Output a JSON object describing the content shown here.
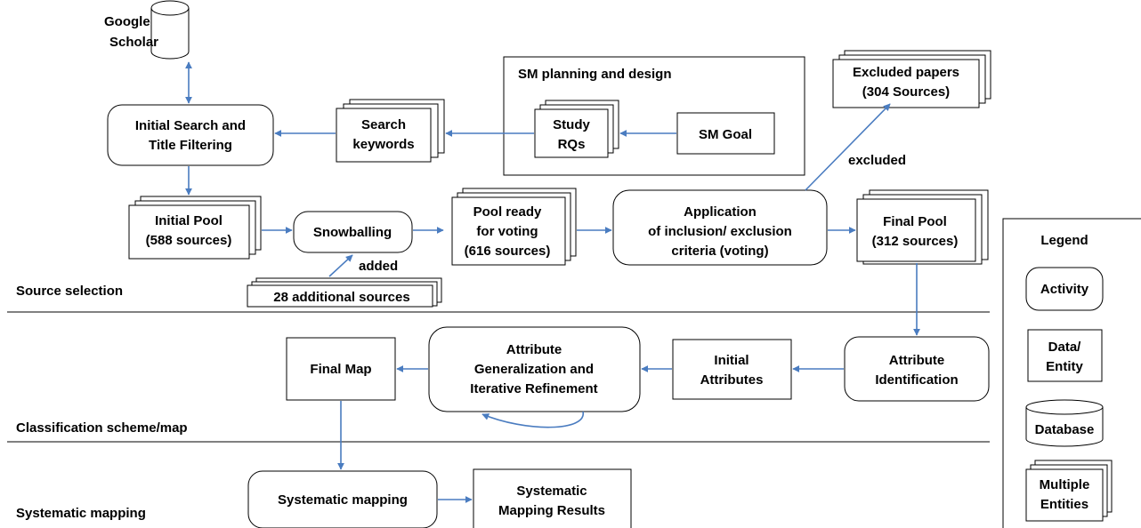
{
  "sections": {
    "source_selection": "Source selection",
    "classification": "Classification scheme/map",
    "systematic_mapping": "Systematic mapping"
  },
  "database": {
    "line1": "Google",
    "line2": "Scholar"
  },
  "planning": {
    "title": "SM planning and design",
    "study_rqs": {
      "line1": "Study",
      "line2": "RQs"
    },
    "sm_goal": "SM Goal"
  },
  "search_keywords": {
    "line1": "Search",
    "line2": "keywords"
  },
  "initial_search": {
    "line1": "Initial Search and",
    "line2": "Title Filtering"
  },
  "initial_pool": {
    "line1": "Initial Pool",
    "line2": "(588 sources)"
  },
  "snowballing": "Snowballing",
  "additional_sources": "28 additional sources",
  "added_label": "added",
  "pool_ready": {
    "line1": "Pool ready",
    "line2": "for voting",
    "line3": "(616 sources)"
  },
  "application": {
    "line1": "Application",
    "line2": "of inclusion/ exclusion",
    "line3": "criteria (voting)"
  },
  "excluded_label": "excluded",
  "excluded_papers": {
    "line1": "Excluded papers",
    "line2": "(304 Sources)"
  },
  "final_pool": {
    "line1": "Final Pool",
    "line2": "(312 sources)"
  },
  "attribute_identification": {
    "line1": "Attribute",
    "line2": "Identification"
  },
  "initial_attributes": {
    "line1": "Initial",
    "line2": "Attributes"
  },
  "attribute_generalization": {
    "line1": "Attribute",
    "line2": "Generalization and",
    "line3": "Iterative Refinement"
  },
  "final_map": "Final Map",
  "systematic_mapping_activity": "Systematic mapping",
  "systematic_mapping_results": {
    "line1": "Systematic",
    "line2": "Mapping Results"
  },
  "legend": {
    "title": "Legend",
    "activity": "Activity",
    "data_entity": {
      "line1": "Data/",
      "line2": "Entity"
    },
    "database": "Database",
    "multiple_entities": {
      "line1": "Multiple",
      "line2": "Entities"
    }
  },
  "colors": {
    "arrow": "#4a7cc0",
    "stroke": "#000000",
    "fill": "#ffffff"
  }
}
